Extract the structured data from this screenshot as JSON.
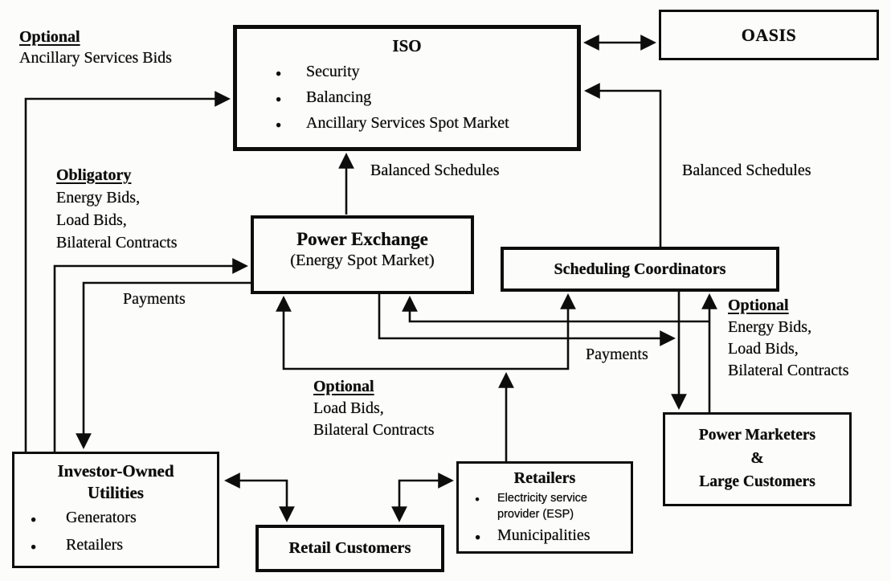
{
  "colors": {
    "ink": "#0d0d0d",
    "background": "#fcfcfa"
  },
  "icons": {
    "bullet": "●"
  },
  "boxes": {
    "iso": {
      "title": "ISO",
      "bullets": [
        "Security",
        "Balancing",
        "Ancillary Services Spot Market"
      ]
    },
    "oasis": {
      "title": "OASIS"
    },
    "power_exchange": {
      "title": "Power Exchange",
      "subtitle": "(Energy Spot Market)"
    },
    "scheduling_coordinators": {
      "title": "Scheduling Coordinators"
    },
    "investor_owned_utilities": {
      "title_lines": [
        "Investor-Owned",
        "Utilities"
      ],
      "bullets": [
        "Generators",
        "Retailers"
      ]
    },
    "retail_customers": {
      "title": "Retail Customers"
    },
    "retailers": {
      "title": "Retailers",
      "bullets": [
        "Electricity service provider (ESP)",
        "Municipalities"
      ]
    },
    "power_marketers": {
      "title_lines": [
        "Power Marketers",
        "&",
        "Large Customers"
      ]
    }
  },
  "labels": {
    "optional_ancillary_services_bids": {
      "heading": "Optional",
      "lines": [
        "Ancillary Services Bids"
      ]
    },
    "obligatory_bids": {
      "heading": "Obligatory",
      "lines": [
        "Energy Bids,",
        "Load Bids,",
        "Bilateral Contracts"
      ]
    },
    "balanced_schedules_left": {
      "text": "Balanced Schedules"
    },
    "balanced_schedules_right": {
      "text": "Balanced Schedules"
    },
    "payments_left": {
      "text": "Payments"
    },
    "payments_right": {
      "text": "Payments"
    },
    "optional_load_bids": {
      "heading": "Optional",
      "lines": [
        "Load Bids,",
        "Bilateral Contracts"
      ]
    },
    "optional_energy_bids": {
      "heading": "Optional",
      "lines": [
        "Energy Bids,",
        "Load Bids,",
        "Bilateral Contracts"
      ]
    }
  }
}
